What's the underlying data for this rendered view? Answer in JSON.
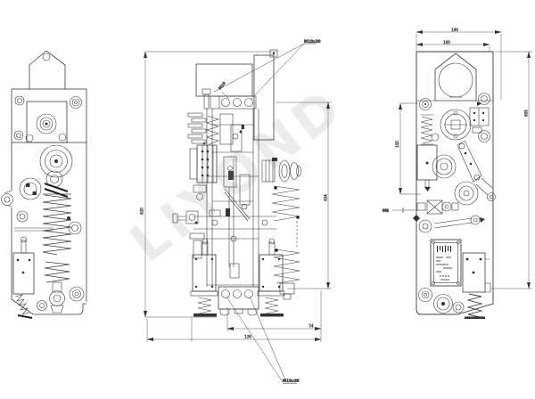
{
  "watermark": {
    "text": "LIYOND"
  },
  "callouts": {
    "front_top_holes": "M10x30",
    "front_bolt": "M10",
    "front_bottom_holes": "M10x30",
    "right_rod": "M8"
  },
  "dimensions": {
    "front_height_left": "620",
    "front_height_right": "434",
    "front_width_inner": "74",
    "front_width_outer": "136",
    "right_width_outer": "190",
    "right_width_inner": "160",
    "right_height_overall": "605",
    "right_height_partial": "105"
  }
}
